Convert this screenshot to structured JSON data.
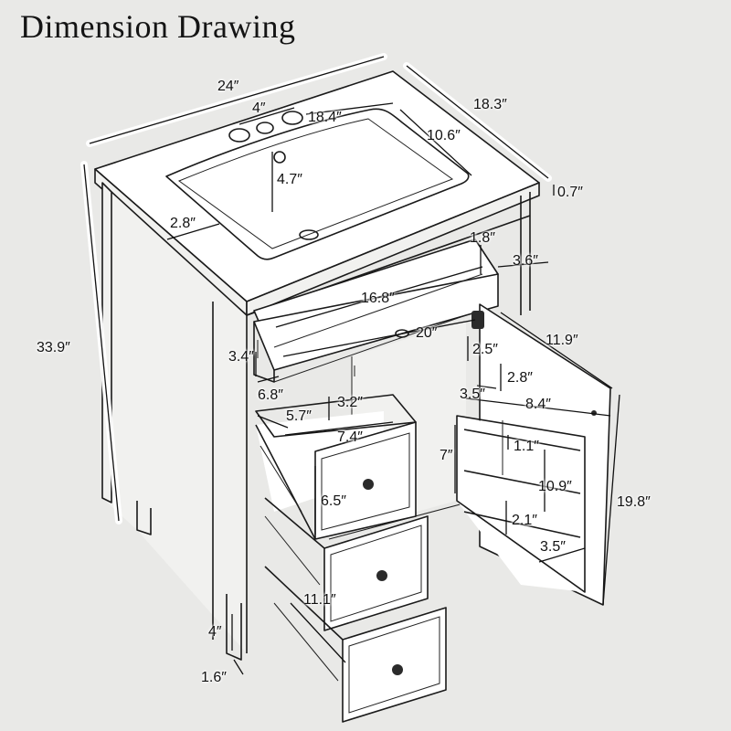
{
  "title": "Dimension Drawing",
  "dimensions": {
    "top_width": "24″",
    "top_depth": "18.3″",
    "faucet_spacing": "4″",
    "basin_width": "18.4″",
    "basin_depth": "10.6″",
    "basin_height": "4.7″",
    "top_thickness": "0.7″",
    "side_margin": "2.8″",
    "tray_depth": "1.8″",
    "tray_height": "3.6″",
    "tray_width": "16.8″",
    "overall_height": "33.9″",
    "tray_front_height": "3.4″",
    "inner_width": "20″",
    "door_width": "11.9″",
    "hinge_gap": "2.5″",
    "tray_inset": "6.8″",
    "shelf_depth": "2.8″",
    "shelf_height": "3.5″",
    "shelf_width": "8.4″",
    "drawer_box_depth": "5.7″",
    "drawer_box_height": "3.2″",
    "drawer_width": "7.4″",
    "shelf_rail_gap": "1.1″",
    "cabinet_inner_height": "7″",
    "door_inner_height": "10.9″",
    "drawer_front_height": "6.5″",
    "door_height": "19.8″",
    "shelf_spacing": "2.1″",
    "door_shelf_depth": "3.5″",
    "drawer_depth": "11.1″",
    "leg_height": "4″",
    "leg_offset": "1.6″"
  }
}
